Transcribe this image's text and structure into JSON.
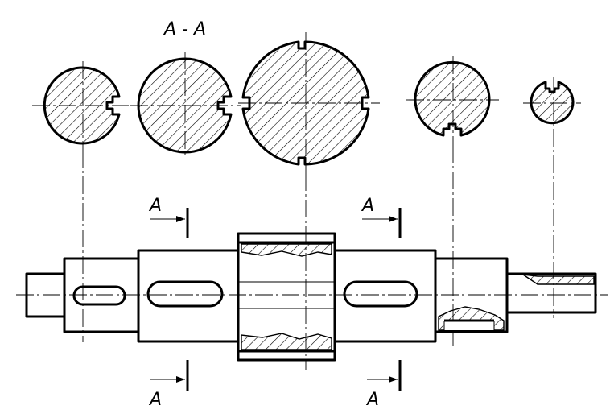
{
  "section_title": "A - A",
  "cut_labels": [
    "A",
    "A",
    "A",
    "A"
  ],
  "colors": {
    "ink": "#000000",
    "paper": "#ffffff"
  }
}
